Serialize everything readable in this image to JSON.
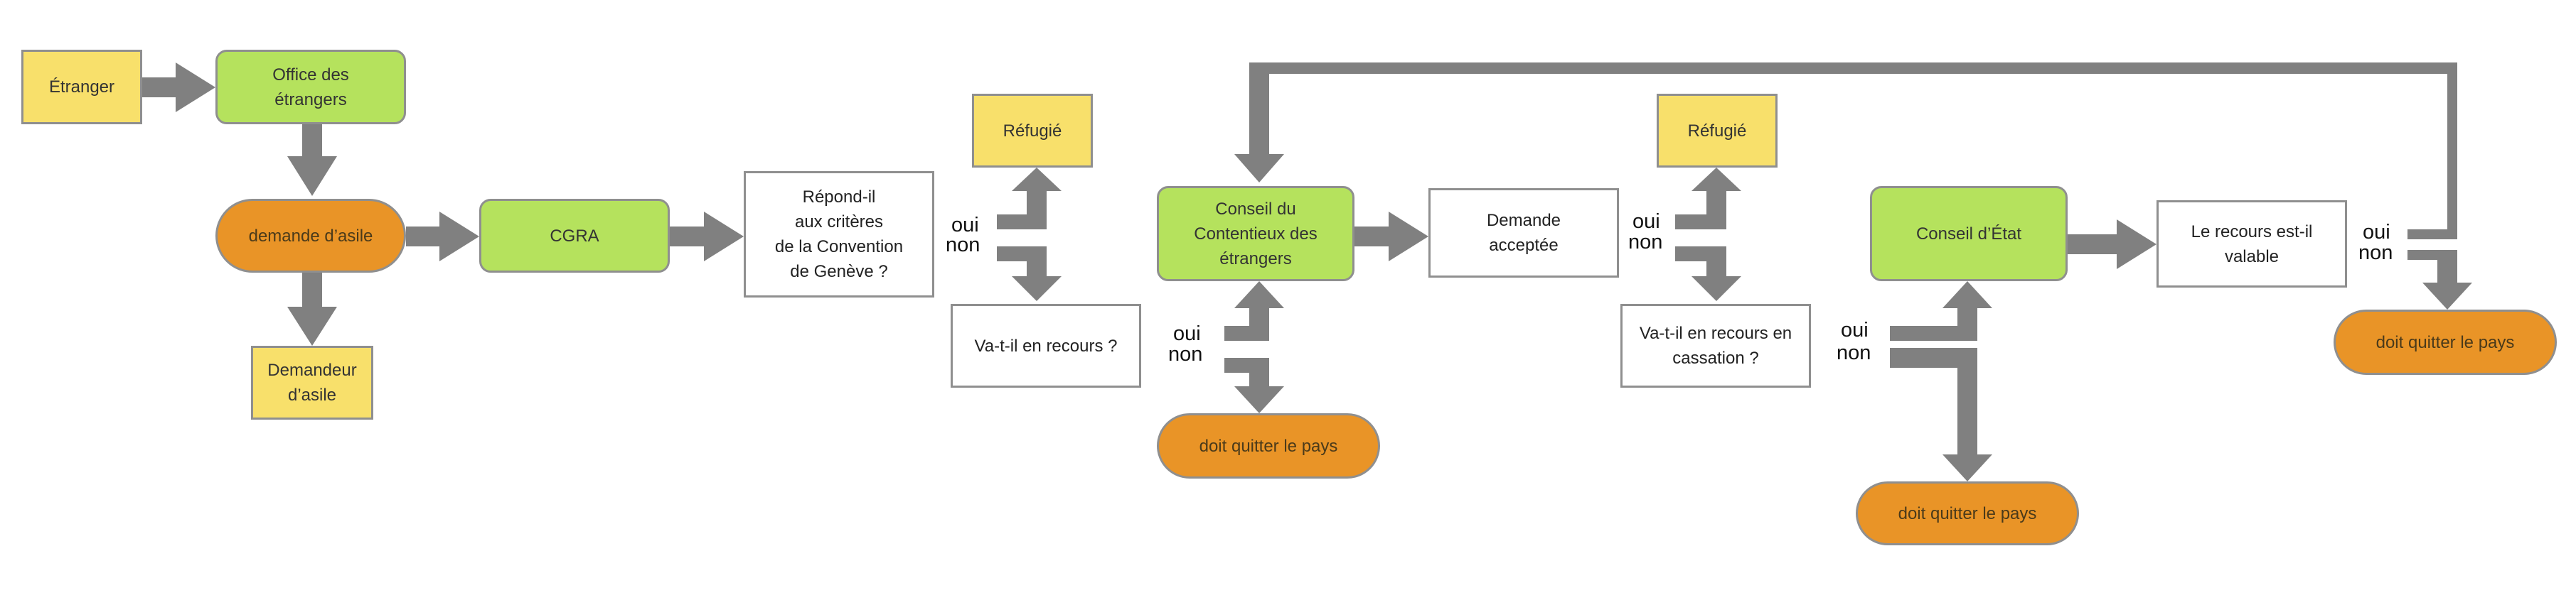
{
  "nodes": {
    "etranger": "Étranger",
    "office": "Office des\nétrangers",
    "demande_asile": "demande d’asile",
    "demandeur": "Demandeur\nd’asile",
    "cgra": "CGRA",
    "repond": "Répond-il\naux critères\nde la Convention\nde Genève ?",
    "refugie1": "Réfugié",
    "recours1": "Va-t-il en recours ?",
    "conseil_contentieux": "Conseil du\nContentieux des\nétrangers",
    "quitter1": "doit quitter le pays",
    "demande_acceptee": "Demande\nacceptée",
    "refugie2": "Réfugié",
    "cassation": "Va-t-il en recours en\ncassation ?",
    "conseil_etat": "Conseil d’État",
    "quitter2": "doit quitter le pays",
    "recours_valable": "Le recours est-il\nvalable",
    "quitter3": "doit quitter le pays"
  },
  "labels": {
    "oui": "oui",
    "non": "non"
  },
  "colors": {
    "yellow": "#f8e06b",
    "green": "#b5e25d",
    "orange": "#e99427",
    "arrow": "#808080",
    "border": "#8f8f8f"
  }
}
